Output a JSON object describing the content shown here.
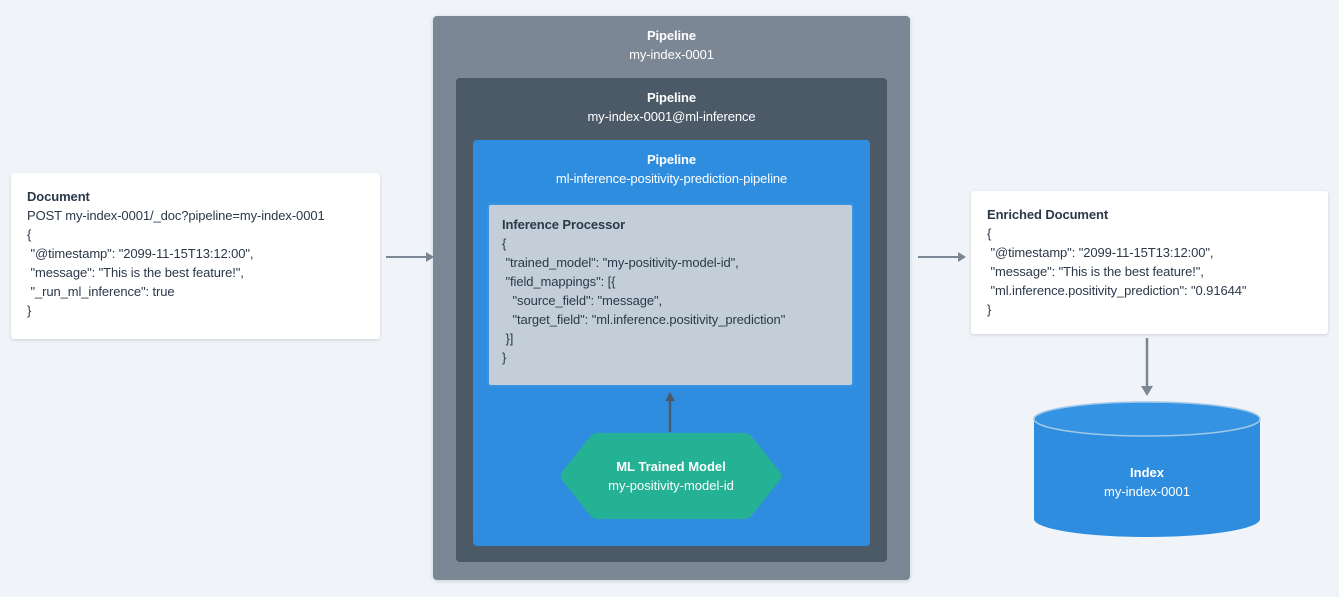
{
  "diagram": {
    "title": "Elasticsearch ML inference ingest pipeline flow",
    "colors": {
      "background": "#f0f4f8",
      "pipeline_outer": "#7b8795",
      "pipeline_mid": "#4c5a68",
      "pipeline_inner": "#2f8ddf",
      "processor_fill": "#c3ced8",
      "processor_border": "#3a93e0",
      "ml_model": "#25b193",
      "index_cylinder": "#2f8ddf",
      "arrow": "#7b8795",
      "arrow_dark": "#4c5a68",
      "text_dark": "#2b394a",
      "text_light": "#ffffff"
    }
  },
  "document": {
    "title": "Document",
    "lines": [
      "POST my-index-0001/_doc?pipeline=my-index-0001",
      "{",
      " \"@timestamp\": \"2099-11-15T13:12:00\",",
      " \"message\": \"This is the best feature!\",",
      " \"_run_ml_inference\": true",
      "}"
    ]
  },
  "pipelines": {
    "outer": {
      "label": "Pipeline",
      "name": "my-index-0001"
    },
    "middle": {
      "label": "Pipeline",
      "name": "my-index-0001@ml-inference"
    },
    "inner": {
      "label": "Pipeline",
      "name": "ml-inference-positivity-prediction-pipeline"
    }
  },
  "inference_processor": {
    "title": "Inference Processor",
    "lines": [
      "{",
      " \"trained_model\": \"my-positivity-model-id\",",
      " \"field_mappings\": [{",
      "   \"source_field\": \"message\",",
      "   \"target_field\": \"ml.inference.positivity_prediction\"",
      " }]",
      "}"
    ]
  },
  "ml_model": {
    "label": "ML Trained Model",
    "name": "my-positivity-model-id",
    "shape": "hexagon"
  },
  "enriched_document": {
    "title": "Enriched Document",
    "lines": [
      "{",
      " \"@timestamp\": \"2099-11-15T13:12:00\",",
      " \"message\": \"This is the best feature!\",",
      " \"ml.inference.positivity_prediction\": \"0.91644\"",
      "}"
    ]
  },
  "index": {
    "label": "Index",
    "name": "my-index-0001",
    "shape": "cylinder"
  },
  "arrows": {
    "document_to_pipeline": "arrow-right-icon",
    "pipeline_to_enriched": "arrow-right-icon",
    "enriched_to_index": "arrow-down-icon",
    "model_to_processor": "arrow-up-icon"
  }
}
